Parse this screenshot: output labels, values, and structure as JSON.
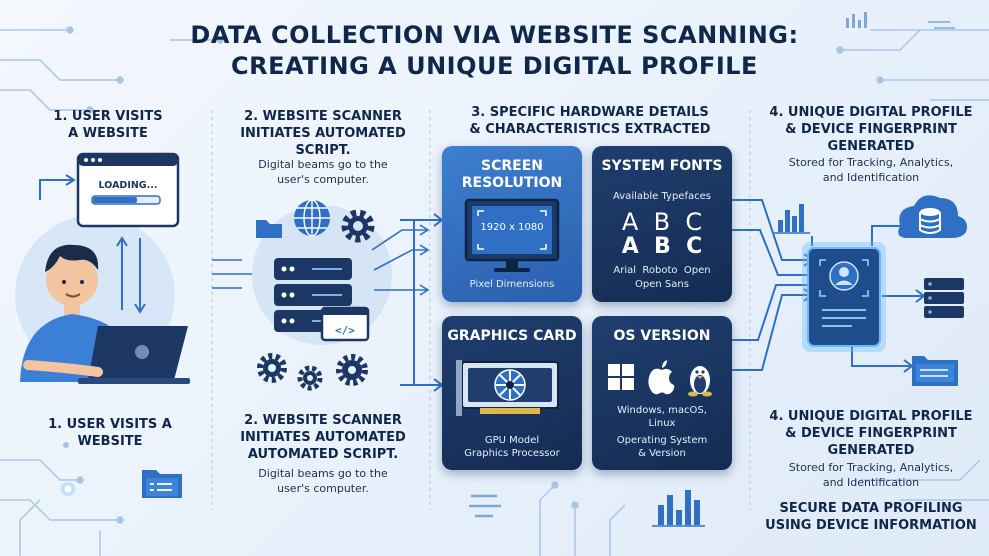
{
  "title_lines": [
    "DATA COLLECTION VIA WEBSITE SCANNING:",
    "CREATING A UNIQUE DIGITAL PROFILE"
  ],
  "steps": {
    "s1_top": "1. USER VISITS\nA WEBSITE",
    "s1_bottom": "1. USER VISITS A\nWEBSITE",
    "s2_top_title": "2. WEBSITE SCANNER\nINITIATES AUTOMATED\nSCRIPT.",
    "s2_top_sub": "Digital beams go to the\nuser's computer.",
    "s2_bottom_title": "2. WEBSITE SCANNER\nINITIATES AUTOMATED\nAUTOMATED SCRIPT.",
    "s2_bottom_sub": "Digital beams go to the\nuser's computer.",
    "s3_title": "3. SPECIFIC HARDWARE DETAILS\n& CHARACTERISTICS EXTRACTED",
    "s4_top_title": "4. UNIQUE DIGITAL PROFILE\n& DEVICE FINGERPRINT\nGENERATED",
    "s4_top_sub": "Stored for Tracking, Analytics,\nand Identification",
    "s4_bottom_title": "4. UNIQUE DIGITAL PROFILE\n& DEVICE FINGERPRINT\nGENERATED",
    "s4_bottom_sub": "Stored for Tracking, Analytics,\nand Identification",
    "secure": "SECURE DATA PROFILING\nUSING DEVICE INFORMATION"
  },
  "browser_loading": "LOADING...",
  "cards": {
    "screen": {
      "title": "SCREEN\nRESOLUTION",
      "resolution": "1920 x 1080",
      "footer": "Pixel Dimensions"
    },
    "fonts": {
      "title": "SYSTEM FONTS",
      "sub": "Available Typefaces",
      "letters_light": "A  B  C",
      "letters_bold": "A  B  C",
      "names": "Arial  Roboto  Open",
      "names2": "Open Sans"
    },
    "gpu": {
      "title": "GRAPHICS CARD",
      "line1": "GPU Model",
      "line2": "Graphics Processor"
    },
    "os": {
      "title": "OS VERSION",
      "line1": "Windows, macOS,",
      "line2": "Linux",
      "line3": "Operating System",
      "line4": "& Version"
    }
  },
  "colors": {
    "accent": "#2f6fc4",
    "navy": "#142c52",
    "line": "#3b78c8",
    "glow": "#5fb6ff"
  }
}
